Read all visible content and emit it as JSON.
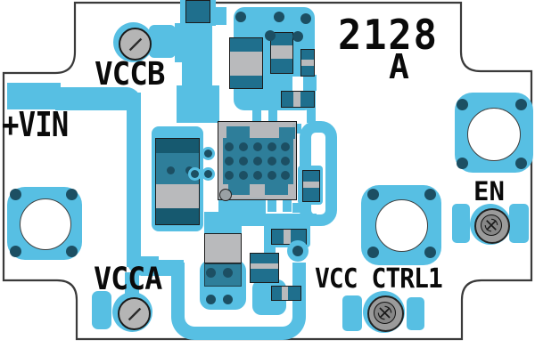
{
  "board": {
    "part_number": "2128",
    "revision": "A",
    "labels": {
      "vin": "+VIN",
      "vccb": "VCCB",
      "vcca": "VCCA",
      "vcc_ctrl1": "VCC CTRL1",
      "en": "EN"
    },
    "colors": {
      "copper": "#57bfe3",
      "component_body": "#b9babc",
      "electrode": "#1f6f8d",
      "electrode_dark": "#16596f",
      "pad_teal": "#2e7e9a",
      "via": "#1c4f63",
      "tp_center": "#b5b5b5",
      "screw_outer": "#9b9b9b",
      "screw_inner": "#868686",
      "outline": "#3a3a3a",
      "silkscreen": "#0a0a0a",
      "ic_body": "rgba(176,178,181,0.92)"
    }
  }
}
